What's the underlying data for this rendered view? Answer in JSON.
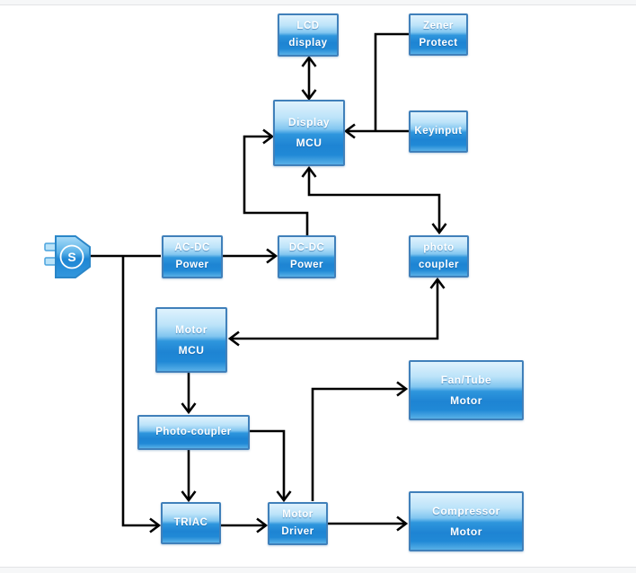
{
  "diagram": {
    "type": "block-diagram",
    "nodes": {
      "lcd_display": "LCD\ndisplay",
      "zener_protect": "Zener\nProtect",
      "display_mcu": "Display\nMCU",
      "keyinput": "Keyinput",
      "ac_dc_power": "AC-DC\nPower",
      "dc_dc_power": "DC-DC\nPower",
      "photo_coupler": "photo\ncoupler",
      "motor_mcu": "Motor\nMCU",
      "photo_coupler_2": "Photo-coupler",
      "triac": "TRIAC",
      "motor_driver": "Motor\nDriver",
      "fan_tube_motor": "Fan/Tube\nMotor",
      "compressor_motor": "Compressor\nMotor"
    },
    "power_source_label": "S",
    "edges": [
      {
        "from": "lcd_display",
        "to": "display_mcu",
        "direction": "both"
      },
      {
        "from": "zener_protect",
        "to": "display_mcu",
        "direction": "forward"
      },
      {
        "from": "keyinput",
        "to": "display_mcu",
        "direction": "forward"
      },
      {
        "from": "dc_dc_power",
        "to": "display_mcu",
        "direction": "forward"
      },
      {
        "from": "display_mcu",
        "to": "photo_coupler",
        "direction": "both"
      },
      {
        "from": "power_source",
        "to": "ac_dc_power",
        "direction": "plain"
      },
      {
        "from": "power_source",
        "to": "triac",
        "direction": "forward"
      },
      {
        "from": "ac_dc_power",
        "to": "dc_dc_power",
        "direction": "forward"
      },
      {
        "from": "photo_coupler",
        "to": "motor_mcu",
        "direction": "both"
      },
      {
        "from": "motor_mcu",
        "to": "photo_coupler_2",
        "direction": "forward"
      },
      {
        "from": "photo_coupler_2",
        "to": "triac",
        "direction": "forward"
      },
      {
        "from": "photo_coupler_2",
        "to": "motor_driver",
        "direction": "forward"
      },
      {
        "from": "triac",
        "to": "motor_driver",
        "direction": "forward"
      },
      {
        "from": "motor_driver",
        "to": "fan_tube_motor",
        "direction": "forward"
      },
      {
        "from": "motor_driver",
        "to": "compressor_motor",
        "direction": "forward"
      }
    ],
    "colors": {
      "node_border": "#4080ba",
      "node_gradient_top": "#dff2fd",
      "node_gradient_mid": "#2e96dd",
      "node_gradient_bottom": "#58b0e7",
      "connector": "#000000",
      "label_text": "#ffffff",
      "page_background": "#ffffff",
      "edge_strip": "#f6f7f8"
    }
  }
}
